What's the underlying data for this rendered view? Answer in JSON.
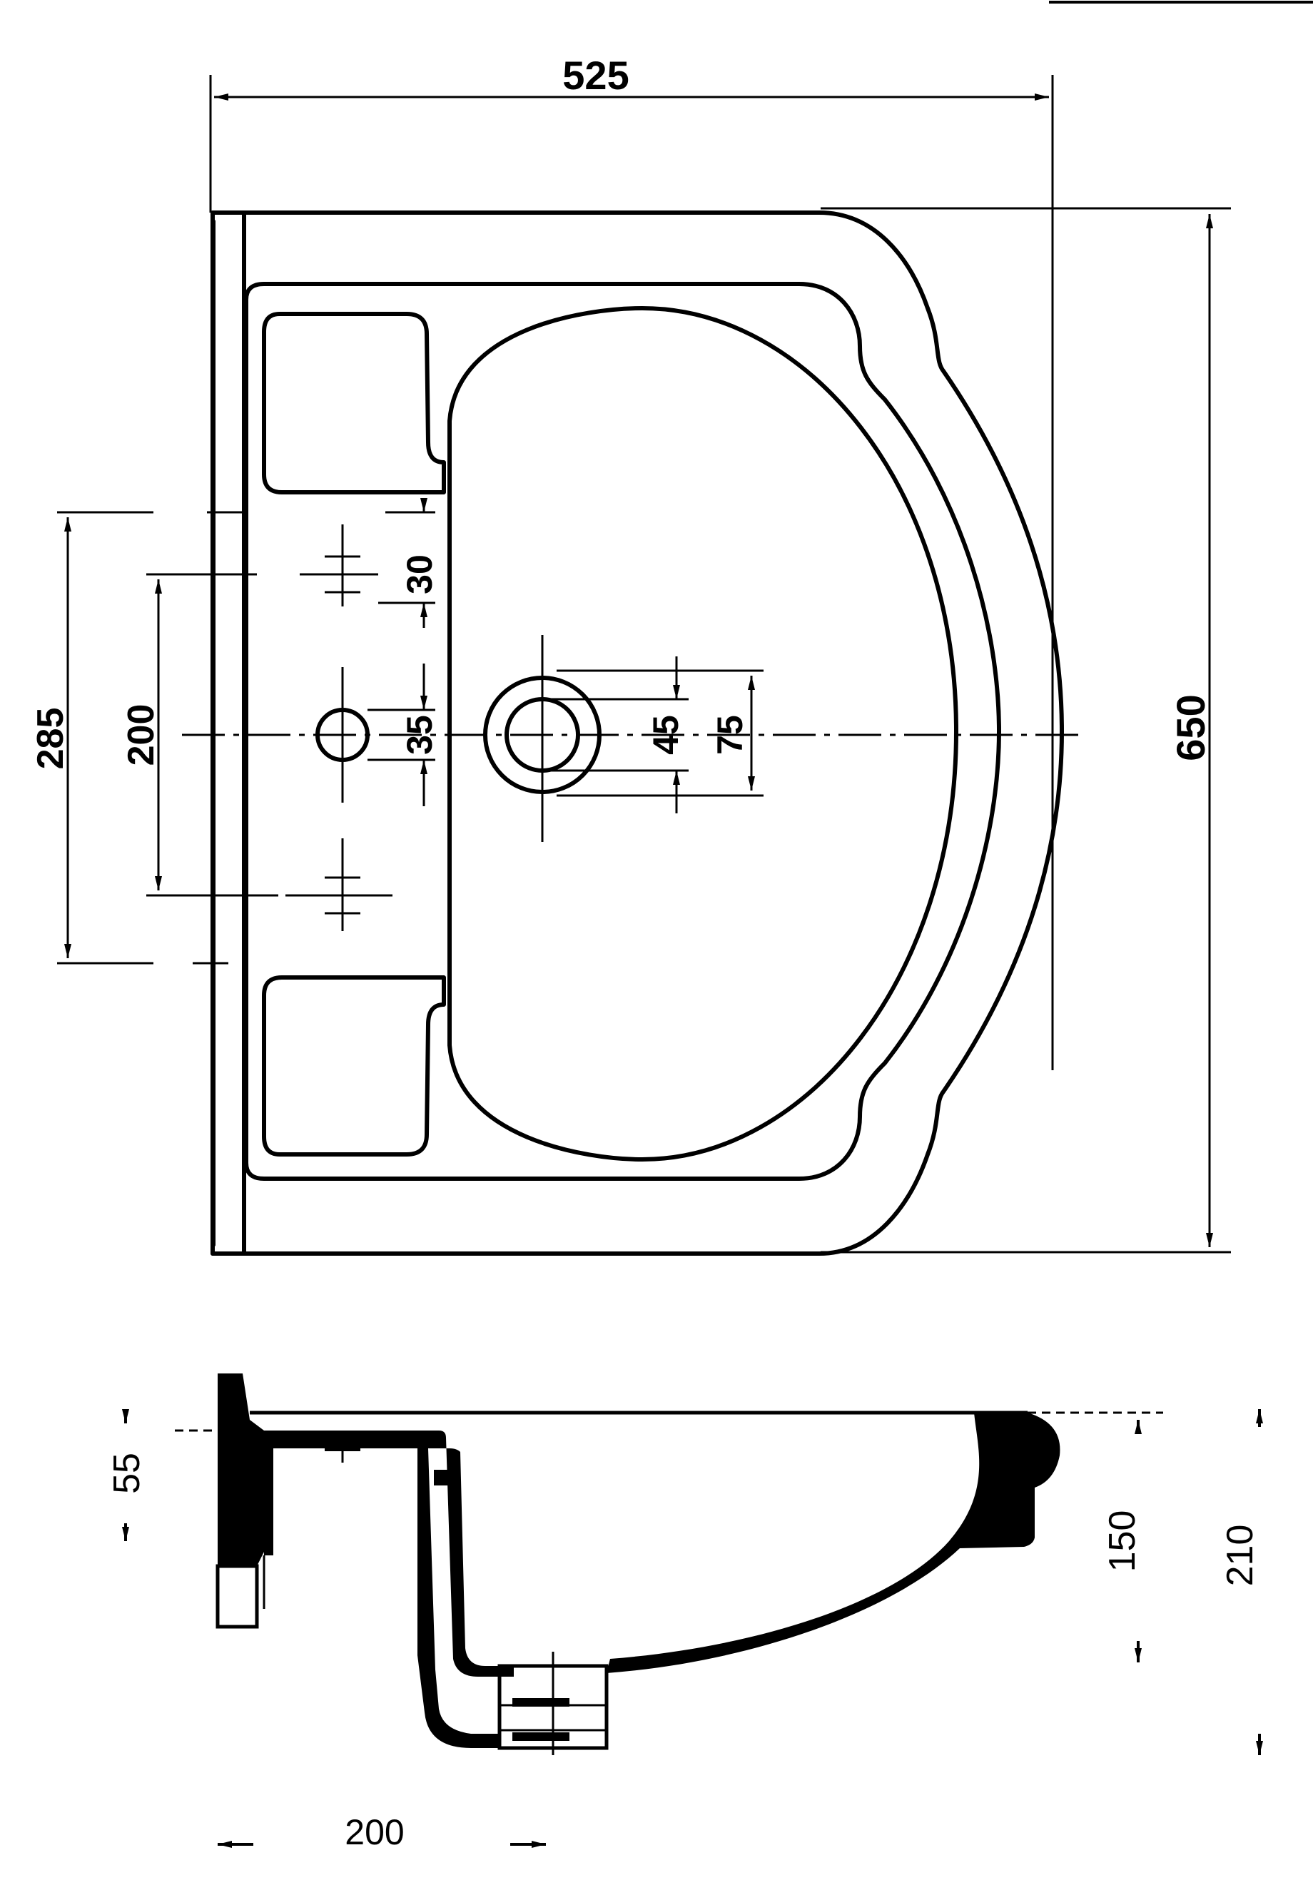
{
  "colors": {
    "ink": "#000000",
    "paper": "#ffffff"
  },
  "plan_view": {
    "width_label": "525",
    "depth_label": "650",
    "tap_spacing_outer": "285",
    "tap_spacing_inner": "200",
    "hole_offset_top": "30",
    "hole_offset_center": "35",
    "waste_inner_diameter": "45",
    "waste_outer_diameter": "75"
  },
  "section_view": {
    "rim_height": "55",
    "bowl_depth": "150",
    "total_height": "210",
    "back_projection": "200"
  }
}
